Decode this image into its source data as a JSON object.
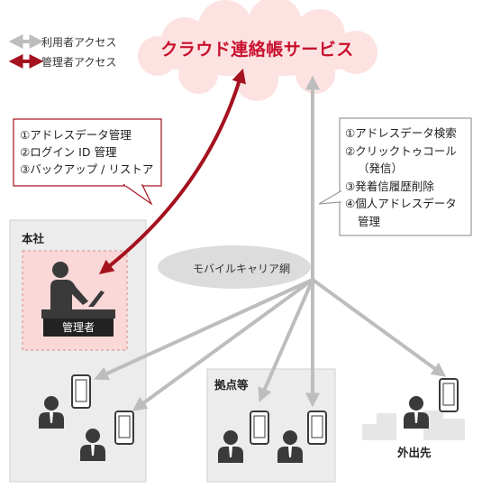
{
  "legend": {
    "user_access": "利用者アクセス",
    "admin_access": "管理者アクセス"
  },
  "cloud": {
    "title": "クラウド連絡帳サービス"
  },
  "admin_callout": {
    "items": [
      "①アドレスデータ管理",
      "②ログイン ID 管理",
      "③バックアップ / リストア"
    ]
  },
  "user_callout": {
    "items": [
      "①アドレスデータ検索",
      "②クリックトゥコール",
      "（発信）",
      "③発着信履歴削除",
      "④個人アドレスデータ",
      "管理"
    ]
  },
  "network": {
    "label": "モバイルキャリア網"
  },
  "head_office": {
    "label": "本社",
    "admin_label": "管理者"
  },
  "branch": {
    "label": "拠点等"
  },
  "field": {
    "label": "外出先"
  },
  "colors": {
    "admin_accent": "#a5121f",
    "cloud_fill": "#fde2e2",
    "user_arrow": "#bdbdbd",
    "zone_fill": "#ececec"
  }
}
